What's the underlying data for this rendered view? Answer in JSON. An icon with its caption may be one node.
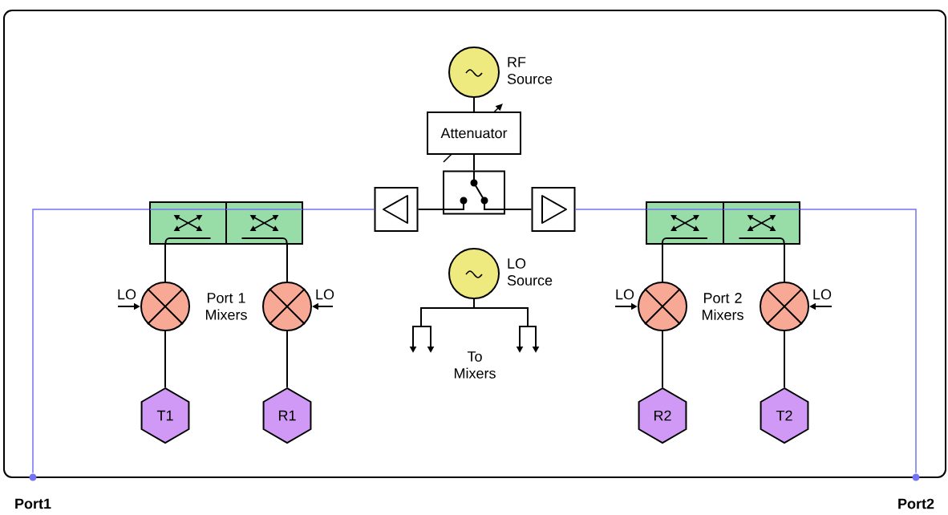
{
  "diagram": {
    "nodes": [
      {
        "text": [],
        "shape": "circle",
        "beside": [
          "RF Source"
        ]
      },
      {
        "text": [
          "Attenuator"
        ]
      },
      {
        "text": [],
        "shape": "box"
      },
      {
        "text": [],
        "shape": "box"
      },
      {
        "text": [],
        "shape": "box"
      },
      {
        "text": [],
        "shape": "box"
      },
      {
        "text": [],
        "shape": "box"
      },
      {
        "text": [],
        "shape": "box"
      },
      {
        "text": [],
        "shape": "box"
      },
      {
        "text": [],
        "shape": "circle"
      },
      {
        "text": [],
        "shape": "circle"
      },
      {
        "text": [],
        "shape": "circle"
      },
      {
        "text": [],
        "shape": "circle"
      },
      {
        "text": [
          "T1"
        ]
      },
      {
        "text": [
          "R1"
        ]
      },
      {
        "text": [
          "R2"
        ]
      },
      {
        "text": [
          "T2"
        ]
      },
      {
        "text": [],
        "shape": "circle",
        "beside": [
          "LO Source"
        ]
      },
      {
        "text": [
          "Port1"
        ]
      },
      {
        "text": [
          "Port2"
        ]
      }
    ],
    "edges": [
      {
        "from": 0,
        "to": 1,
        "arrow": "none"
      },
      {
        "from": 1,
        "to": 2,
        "arrow": "none"
      },
      {
        "from": 2,
        "to": 3,
        "arrow": "none"
      },
      {
        "from": 2,
        "to": 4,
        "arrow": "none"
      },
      {
        "from": 3,
        "to": 6,
        "arrow": "none",
        "color": "#7373f5"
      },
      {
        "from": 4,
        "to": 7,
        "arrow": "none",
        "color": "#7373f5"
      },
      {
        "from": 5,
        "to": 18,
        "arrow": "none",
        "color": "#7373f5"
      },
      {
        "from": 8,
        "to": 19,
        "arrow": "none",
        "color": "#7373f5"
      },
      {
        "from": 5,
        "to": 9,
        "arrow": "none"
      },
      {
        "from": 6,
        "to": 10,
        "arrow": "none"
      },
      {
        "from": 7,
        "to": 11,
        "arrow": "none"
      },
      {
        "from": 8,
        "to": 12,
        "arrow": "none"
      },
      {
        "from": 9,
        "to": 13,
        "arrow": "none"
      },
      {
        "from": 10,
        "to": 14,
        "arrow": "none"
      },
      {
        "from": 11,
        "to": 15,
        "arrow": "none"
      },
      {
        "from": 12,
        "to": 16,
        "arrow": "none"
      },
      {
        "from": null,
        "to": 9,
        "arrow": "to",
        "label": "LO"
      },
      {
        "from": null,
        "to": 10,
        "arrow": "to",
        "label": "LO"
      },
      {
        "from": null,
        "to": 11,
        "arrow": "to",
        "label": "LO"
      },
      {
        "from": null,
        "to": 12,
        "arrow": "to",
        "label": "LO"
      },
      {
        "from": 17,
        "to": null,
        "arrow": "to"
      },
      {
        "from": 17,
        "to": null,
        "arrow": "to"
      },
      {
        "from": 17,
        "to": null,
        "arrow": "to"
      },
      {
        "from": 17,
        "to": null,
        "arrow": "to"
      }
    ],
    "labels": [
      "Port 1 Mixers",
      "Port 2 Mixers",
      "To Mixers"
    ]
  }
}
